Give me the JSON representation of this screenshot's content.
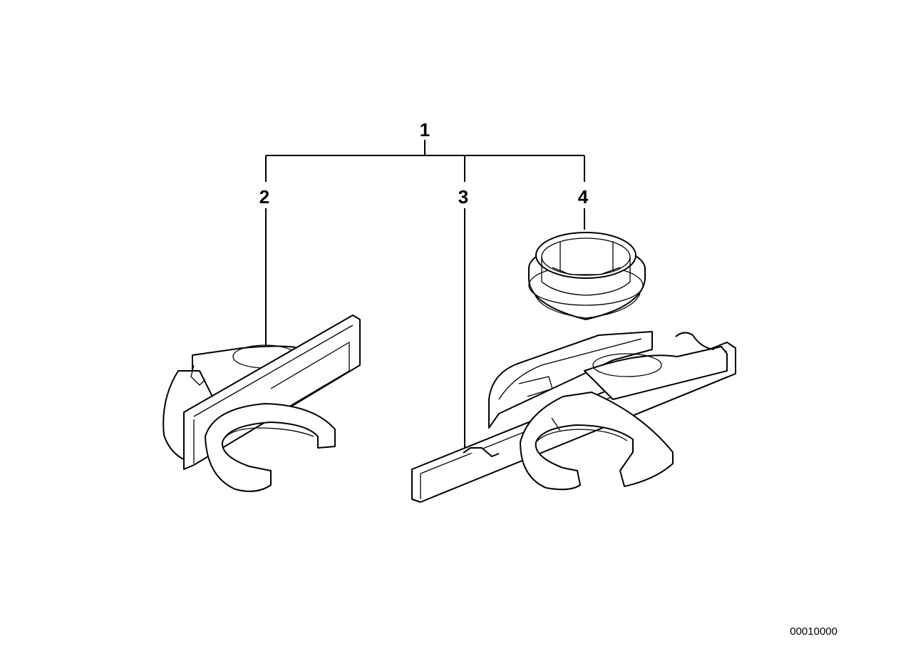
{
  "callouts": {
    "assembly": "1",
    "left_holder": "2",
    "right_holder": "3",
    "ring": "4"
  },
  "diagram_code": "00010000"
}
